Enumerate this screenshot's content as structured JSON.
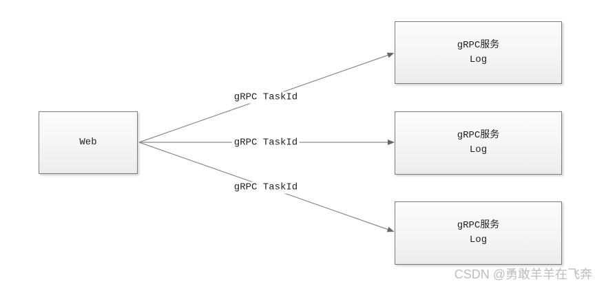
{
  "diagram": {
    "web_box": {
      "label": "Web"
    },
    "service_boxes": [
      {
        "line1": "gRPC服务",
        "line2": "Log"
      },
      {
        "line1": "gRPC服务",
        "line2": "Log"
      },
      {
        "line1": "gRPC服务",
        "line2": "Log"
      }
    ],
    "edges": [
      {
        "label": "gRPC TaskId"
      },
      {
        "label": "gRPC TaskId"
      },
      {
        "label": "gRPC TaskId"
      }
    ],
    "colors": {
      "line": "#8a8a8a",
      "arrowhead": "#666666",
      "box_border": "#7b7b7b",
      "box_fill_top": "#fcfcfc",
      "box_fill_bottom": "#ececec",
      "text": "#1f1f1f",
      "watermark": "#bdbdbd"
    }
  },
  "watermark": {
    "text": "CSDN @勇敢羊羊在飞奔"
  }
}
